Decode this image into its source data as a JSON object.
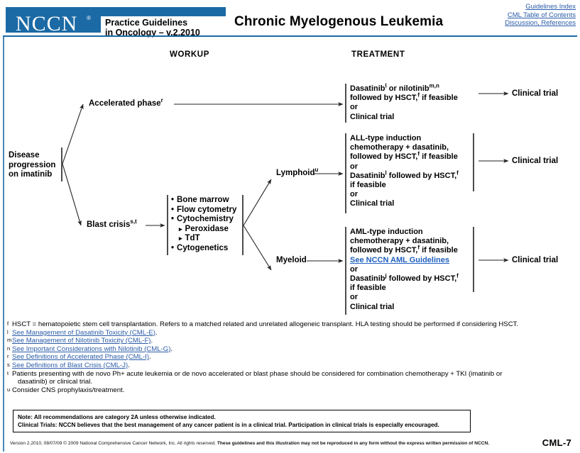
{
  "header": {
    "logo_text": "NCCN",
    "logo_reg": "®",
    "practice_line1": "Practice Guidelines",
    "practice_line2": "in Oncology – v.2.2010",
    "title": "Chronic Myelogenous Leukemia",
    "links": [
      "Guidelines Index",
      "CML Table of Contents",
      "Discussion, References"
    ],
    "accent_color": "#1b6aa5",
    "link_color": "#2a5ca8"
  },
  "columns": {
    "workup": "WORKUP",
    "treatment": "TREATMENT"
  },
  "flow": {
    "start_node": "Disease\nprogression\non imatinib",
    "start_line1": "Disease",
    "start_line2": "progression",
    "start_line3": "on imatinib",
    "accelerated_phase": "Accelerated phase",
    "accelerated_phase_sup": "r",
    "blast_crisis": "Blast crisis",
    "blast_crisis_sup": "s,t",
    "lymphoid": "Lymphoid",
    "lymphoid_sup": "u",
    "myeloid": "Myeloid",
    "workup_bullets": [
      {
        "level": 1,
        "text": "Bone marrow"
      },
      {
        "level": 1,
        "text": "Flow cytometry"
      },
      {
        "level": 1,
        "text": "Cytochemistry"
      },
      {
        "level": 2,
        "text": "Peroxidase"
      },
      {
        "level": 2,
        "text": "TdT"
      },
      {
        "level": 1,
        "text": "Cytogenetics"
      }
    ],
    "outcome_label": "Clinical trial",
    "treatment_accelerated": {
      "line1_a": "Dasatinib",
      "line1_sup1": "l",
      "line1_b": " or nilotinib",
      "line1_sup2": "m,n",
      "line2_a": "followed by HSCT,",
      "line2_sup": "f",
      "line2_b": " if feasible",
      "line3": "or",
      "line4": "Clinical trial"
    },
    "treatment_lymphoid": {
      "line1": "ALL-type induction",
      "line2": "chemotherapy + dasatinib,",
      "line3_a": "followed by HSCT,",
      "line3_sup": "f",
      "line3_b": " if feasible",
      "line4": "or",
      "line5_a": "Dasatinib",
      "line5_sup1": "l",
      "line5_b": " followed by HSCT,",
      "line5_sup2": "f",
      "line6": "if feasible",
      "line7": "or",
      "line8": "Clinical trial"
    },
    "treatment_myeloid": {
      "line1": "AML-type induction",
      "line2": "chemotherapy + dasatinib,",
      "line3_a": "followed by HSCT,",
      "line3_sup": "f",
      "line3_b": " if feasible",
      "line4_link": "See NCCN AML Guidelines",
      "line5": "or",
      "line6_a": "Dasatinib",
      "line6_sup1": "j",
      "line6_b": " followed by HSCT,",
      "line6_sup2": "f",
      "line7": "if feasible",
      "line8": "or",
      "line9": "Clinical trial"
    }
  },
  "footnotes": [
    {
      "marker": "f",
      "text": "HSCT = hematopoietic stem cell transplantation. Refers to a matched related and unrelated allogeneic transplant. HLA testing should be performed if considering HSCT.",
      "link": ""
    },
    {
      "marker": "l",
      "text": "",
      "link": "See Management of Dasatinib Toxicity (CML-E)",
      "tail": "."
    },
    {
      "marker": "m",
      "text": "",
      "link": "See Management of Nilotinib Toxicity (CML-F)",
      "tail": "."
    },
    {
      "marker": "n",
      "text": "",
      "link": "See Important Considerations with Nilotinib (CML-G)",
      "tail": "."
    },
    {
      "marker": "r",
      "text": "",
      "link": "See Definitions of Accelerated Phase (CML-I)",
      "tail": "."
    },
    {
      "marker": "s",
      "text": "",
      "link": "See Definitions of Blast Crisis (CML-J)",
      "tail": "."
    },
    {
      "marker": "t",
      "text": "Patients presenting with de novo Ph+ acute leukemia or de novo accelerated or blast phase should be considered for combination chemotherapy + TKI (imatinib or",
      "cont": "dasatinib) or clinical trial.",
      "link": ""
    },
    {
      "marker": "u",
      "text": "Consider CNS prophylaxis/treatment.",
      "link": ""
    }
  ],
  "note_box": {
    "line1": "Note:  All recommendations are category 2A unless otherwise indicated.",
    "line2": "Clinical Trials: NCCN believes that the best management of any cancer patient is in a clinical trial.  Participation in clinical trials is especially encouraged."
  },
  "footer": {
    "plain": "Version 2.2010, 08/07/09 © 2009 National Comprehensive Cancer Network, Inc. All rights reserved. ",
    "bold": "These guidelines and this illustration may not be reproduced in any form without the express written permission of NCCN.",
    "page": "CML-7"
  }
}
